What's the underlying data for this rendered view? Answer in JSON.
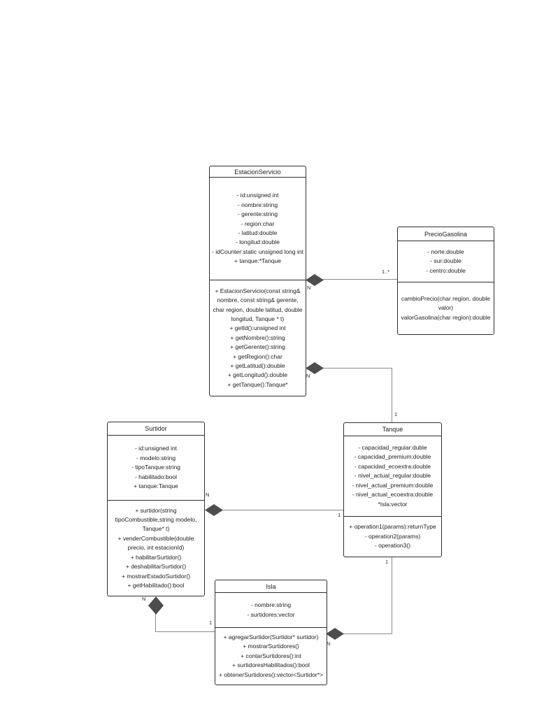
{
  "colors": {
    "background": "#ffffff",
    "box_border": "#2e2e2e",
    "connector_line": "#8a8a8a",
    "composition_diamond": "#4d4d4d",
    "text": "#1c1c1c"
  },
  "classes": {
    "estacionServicio": {
      "title": "EstacionServicio",
      "attributes": [
        "- id:unsigned int",
        "- nombre:string",
        "- gerente:string",
        "- region:char",
        "- latitud:double",
        "- longitud:double",
        "- idCounter:static unsigned long int",
        "+ tanque:*Tanque"
      ],
      "methods": [
        "+ EstacionServicio(const string& nombre, const string& gerente, char region, double latitud, double longitud, Tanque * t)",
        "+ getId():unsigned int",
        "+ getNombre():string",
        "+ getGerente():string",
        "+ getRegion():char",
        "+ getLatitud():double",
        "+ getLongitud():double",
        "+ getTanque():Tanque*"
      ]
    },
    "precioGasolina": {
      "title": "PrecioGasolina",
      "attributes": [
        "- norte:double",
        "- sur:double",
        "- centro:double"
      ],
      "methods": [
        "cambioPrecio(char region, double valor)",
        "valorGasolina(char region):double"
      ]
    },
    "surtidor": {
      "title": "Surtidor",
      "attributes": [
        "- id:unsigned int",
        "- modelo:string",
        "- tipoTanque:string",
        "- habilitado:bool",
        "+ tanque:Tanque"
      ],
      "methods": [
        "+ surtidor(string tipoCombustible,string modelo, Tanque* t)",
        "+ venderCombustible(double precio, int estacionId)",
        "+ habilitarSurtidor()",
        "+ deshabilitarSurtidor()",
        "+ mostrarEstadoSurtidor()",
        "+ getHabilitado():bool"
      ]
    },
    "tanque": {
      "title": "Tanque",
      "attributes": [
        "- capacidad_regular:duble",
        "- capacidad_premium:double",
        "- capacidad_ecoextra:double",
        "- nivel_actual_regular:double",
        "- nivel_actual_premium:double",
        "- nivel_actual_ecoextra:double",
        "*Isla:vector"
      ],
      "methods": [
        "+ operation1(params):returnType",
        "- operation2(params)",
        "- operation3()"
      ]
    },
    "isla": {
      "title": "Isla",
      "attributes": [
        "- nombre:string",
        "- surtidores:vector"
      ],
      "methods": [
        "+ agregarSurtidor(Surtidor* surtidor)",
        "+ mostrarSurtidores()",
        "+ contarSurtidores():int",
        "+ surtidoresHabilitados():bool",
        "+ obtenerSurtidores():vector<Surtidor*>"
      ]
    }
  },
  "connectors": {
    "estacion_precio": {
      "type": "composition",
      "source_mult": "N",
      "target_mult": "1..*"
    },
    "estacion_tanque": {
      "type": "composition",
      "source_mult": "N",
      "target_mult": "1"
    },
    "surtidor_tanque": {
      "type": "composition",
      "source_mult": "N",
      "target_mult": "1"
    },
    "surtidor_isla": {
      "type": "composition",
      "source_mult": "N",
      "target_mult": "1"
    },
    "isla_tanque": {
      "type": "composition",
      "source_mult": "N",
      "target_mult": "1"
    }
  }
}
